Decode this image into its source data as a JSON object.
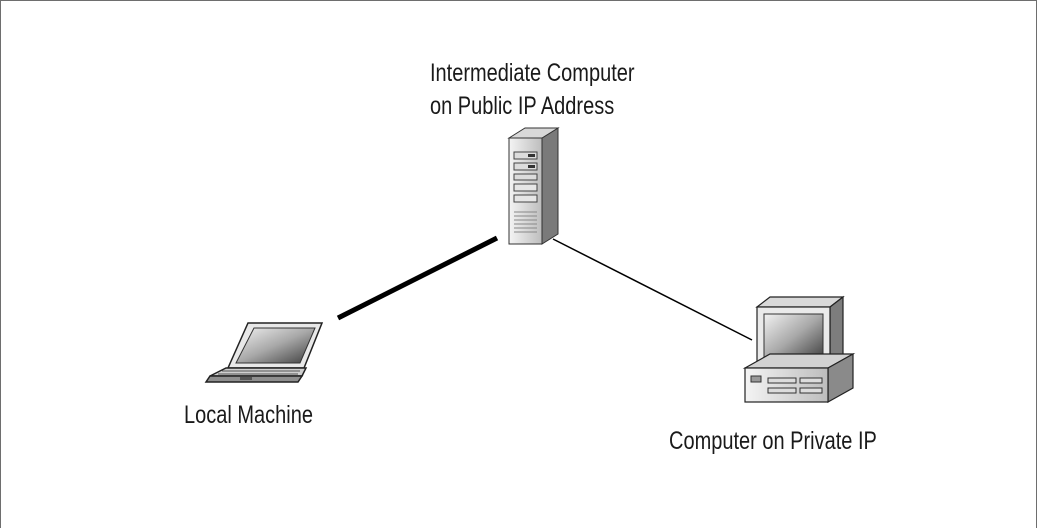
{
  "diagram": {
    "nodes": {
      "server": {
        "label_line1": "Intermediate Computer",
        "label_line2": "on Public IP Address",
        "icon": "server-tower-icon"
      },
      "laptop": {
        "label": "Local Machine",
        "icon": "laptop-icon"
      },
      "desktop": {
        "label": "Computer on Private IP",
        "icon": "desktop-computer-icon"
      }
    },
    "connections": [
      {
        "from": "laptop",
        "to": "server",
        "style": "thick"
      },
      {
        "from": "server",
        "to": "desktop",
        "style": "thin"
      }
    ]
  }
}
